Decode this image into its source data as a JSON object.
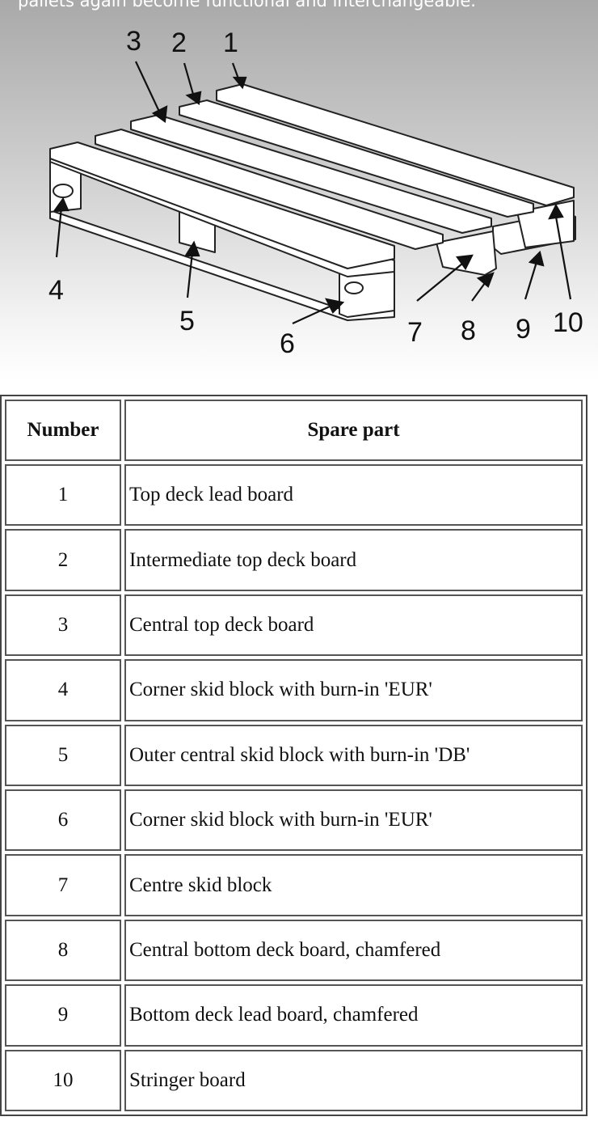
{
  "intro_text": "pallets again become functional and interchangeable.",
  "callouts": [
    "1",
    "2",
    "3",
    "4",
    "5",
    "6",
    "7",
    "8",
    "9",
    "10"
  ],
  "table": {
    "headers": {
      "number": "Number",
      "part": "Spare part"
    },
    "rows": [
      {
        "number": "1",
        "part": "Top deck lead board"
      },
      {
        "number": "2",
        "part": "Intermediate top deck board"
      },
      {
        "number": "3",
        "part": "Central top deck board"
      },
      {
        "number": "4",
        "part": "Corner skid block with burn-in 'EUR'"
      },
      {
        "number": "5",
        "part": "Outer central skid block with burn-in 'DB'"
      },
      {
        "number": "6",
        "part": "Corner skid block with burn-in 'EUR'"
      },
      {
        "number": "7",
        "part": "Centre skid block"
      },
      {
        "number": "8",
        "part": "Central bottom deck board, chamfered"
      },
      {
        "number": "9",
        "part": "Bottom deck lead board, chamfered"
      },
      {
        "number": "10",
        "part": "Stringer board"
      }
    ]
  }
}
